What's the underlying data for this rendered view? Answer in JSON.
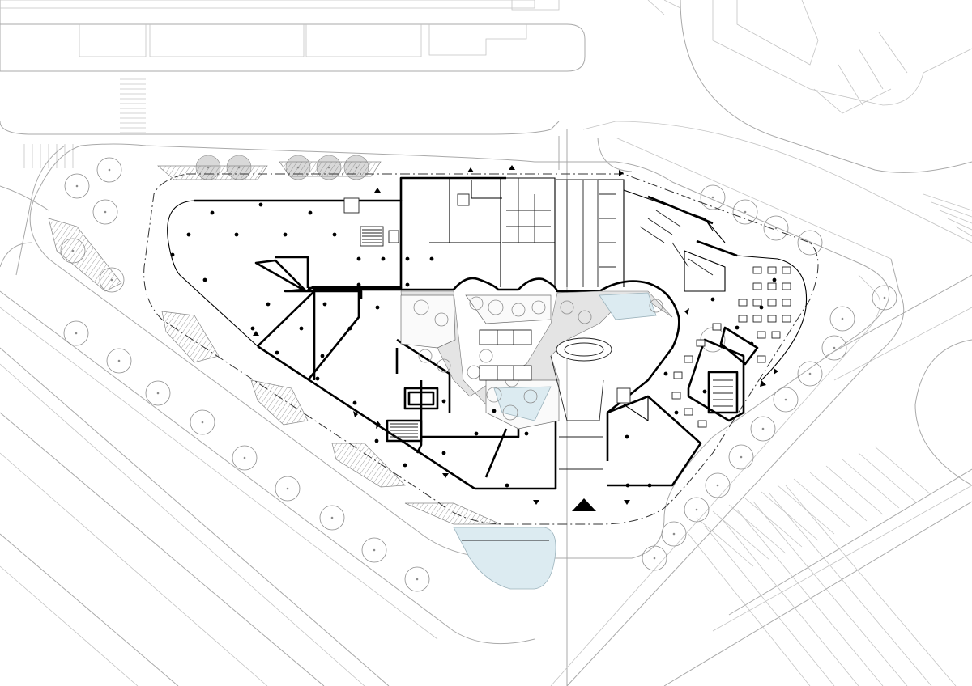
{
  "drawing": {
    "type": "architectural ground floor site plan",
    "colors": {
      "background": "#ffffff",
      "context_lines": "#a9a9a9",
      "walls": "#000000",
      "water": "#dcebf1",
      "paving": "#e4e4e4",
      "tree_canopy": "#d9d9d9"
    },
    "elements": [
      "site-context-roads",
      "street-trees",
      "building-footprint",
      "structural-columns",
      "central-atrium-courtyard",
      "stair-cores",
      "cafe-seating",
      "reflecting-pond",
      "entrance-arrows",
      "site-boundary-dashed-line"
    ]
  }
}
